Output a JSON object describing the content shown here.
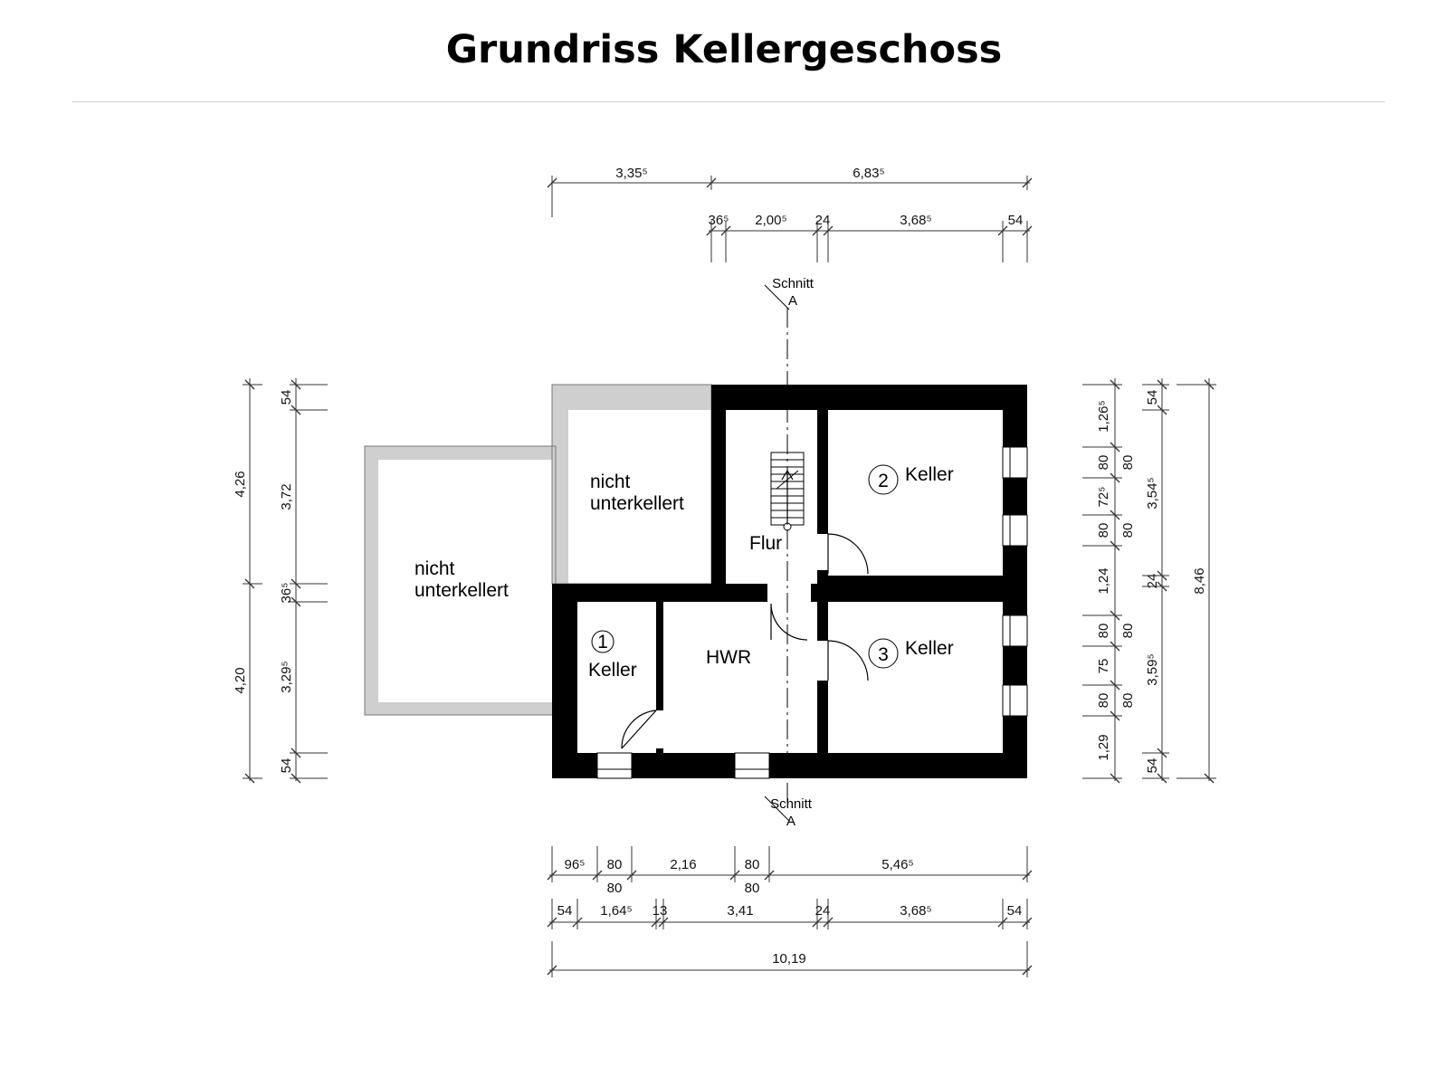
{
  "title": "Grundriss Kellergeschoss",
  "rooms": {
    "nicht_unterkellert_left": [
      "nicht",
      "unterkellert"
    ],
    "nicht_unterkellert_mid": [
      "nicht",
      "unterkellert"
    ],
    "flur": "Flur",
    "hwr": "HWR",
    "keller_1": {
      "number": "1",
      "label": "Keller"
    },
    "keller_2": {
      "number": "2",
      "label": "Keller"
    },
    "keller_3": {
      "number": "3",
      "label": "Keller"
    }
  },
  "section_marks": {
    "top": {
      "label": "Schnitt",
      "letter": "A"
    },
    "bottom": {
      "label": "Schnitt",
      "letter": "A"
    }
  },
  "dimensions": {
    "top_overall": [
      "3,35⁵",
      "6,83⁵"
    ],
    "top_detail": [
      "36⁵",
      "2,00⁵",
      "24",
      "3,68⁵",
      "54"
    ],
    "left_overall": [
      "4,26",
      "4,20"
    ],
    "left_detail": [
      "54",
      "3,72",
      "36⁵",
      "3,29⁵",
      "54"
    ],
    "right_openings": [
      "1,26⁵",
      "80",
      "72⁵",
      "80",
      "1,24",
      "80",
      "75",
      "80",
      "1,29"
    ],
    "right_opening_heights": [
      "80",
      "80",
      "80",
      "80"
    ],
    "right_rooms": [
      "54",
      "3,54⁵",
      "24",
      "3,59⁵",
      "54"
    ],
    "right_overall": "8,46",
    "bottom_openings": [
      "96⁵",
      "80",
      "2,16",
      "80",
      "5,46⁵"
    ],
    "bottom_opening_heights": [
      "80",
      "80"
    ],
    "bottom_detail": [
      "54",
      "1,64⁵",
      "13",
      "3,41",
      "24",
      "3,68⁵",
      "54"
    ],
    "bottom_overall": "10,19"
  },
  "colors": {
    "wall": "#000000",
    "light_wall": "#cfcfcf",
    "dimension_line": "#333333"
  }
}
